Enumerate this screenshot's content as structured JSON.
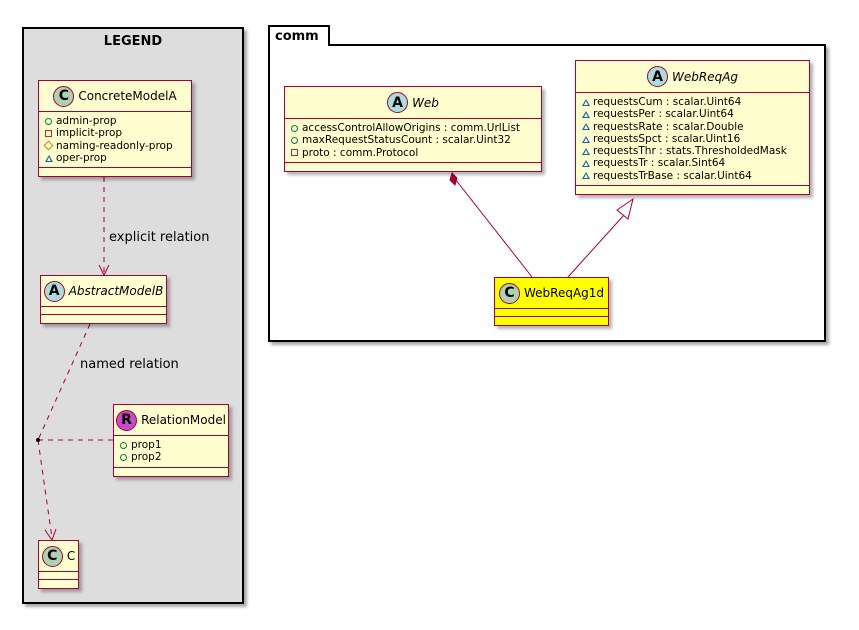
{
  "legend": {
    "title": "LEGEND",
    "concrete_model": {
      "name": "ConcreteModelA",
      "stereotype": "C",
      "attributes": [
        {
          "visibility": "public",
          "text": "admin-prop"
        },
        {
          "visibility": "private",
          "text": "implicit-prop"
        },
        {
          "visibility": "protected",
          "text": "naming-readonly-prop"
        },
        {
          "visibility": "package",
          "text": "oper-prop"
        }
      ]
    },
    "explicit_relation_label": "explicit relation",
    "abstract_model": {
      "name": "AbstractModelB",
      "stereotype": "A"
    },
    "named_relation_label": "named relation",
    "relation_model": {
      "name": "RelationModel",
      "stereotype": "R",
      "attributes": [
        {
          "visibility": "public",
          "text": "prop1"
        },
        {
          "visibility": "public",
          "text": "prop2"
        }
      ]
    },
    "c_model": {
      "name": "C",
      "stereotype": "C"
    }
  },
  "package": {
    "name": "comm",
    "web": {
      "name": "Web",
      "stereotype": "A",
      "attributes": [
        {
          "visibility": "public",
          "text": "accessControlAllowOrigins : comm.UrlList"
        },
        {
          "visibility": "public",
          "text": "maxRequestStatusCount : scalar.Uint32"
        },
        {
          "visibility": "private",
          "text": "proto : comm.Protocol"
        }
      ]
    },
    "webreqag": {
      "name": "WebReqAg",
      "stereotype": "A",
      "attributes": [
        {
          "visibility": "package",
          "text": "requestsCum : scalar.Uint64"
        },
        {
          "visibility": "package",
          "text": "requestsPer : scalar.Uint64"
        },
        {
          "visibility": "package",
          "text": "requestsRate : scalar.Double"
        },
        {
          "visibility": "package",
          "text": "requestsSpct : scalar.Uint16"
        },
        {
          "visibility": "package",
          "text": "requestsThr : stats.ThresholdedMask"
        },
        {
          "visibility": "package",
          "text": "requestsTr : scalar.Sint64"
        },
        {
          "visibility": "package",
          "text": "requestsTrBase : scalar.Uint64"
        }
      ]
    },
    "webreqag1d": {
      "name": "WebReqAg1d",
      "stereotype": "C"
    }
  },
  "colors": {
    "class_fill": "#fefece",
    "class_border": "#a80036",
    "highlight_fill": "#ffff00",
    "legend_bg": "#dddddd",
    "stereo_c": "#add1b2",
    "stereo_a": "#a9dcdf",
    "stereo_r": "#c64cc6"
  }
}
